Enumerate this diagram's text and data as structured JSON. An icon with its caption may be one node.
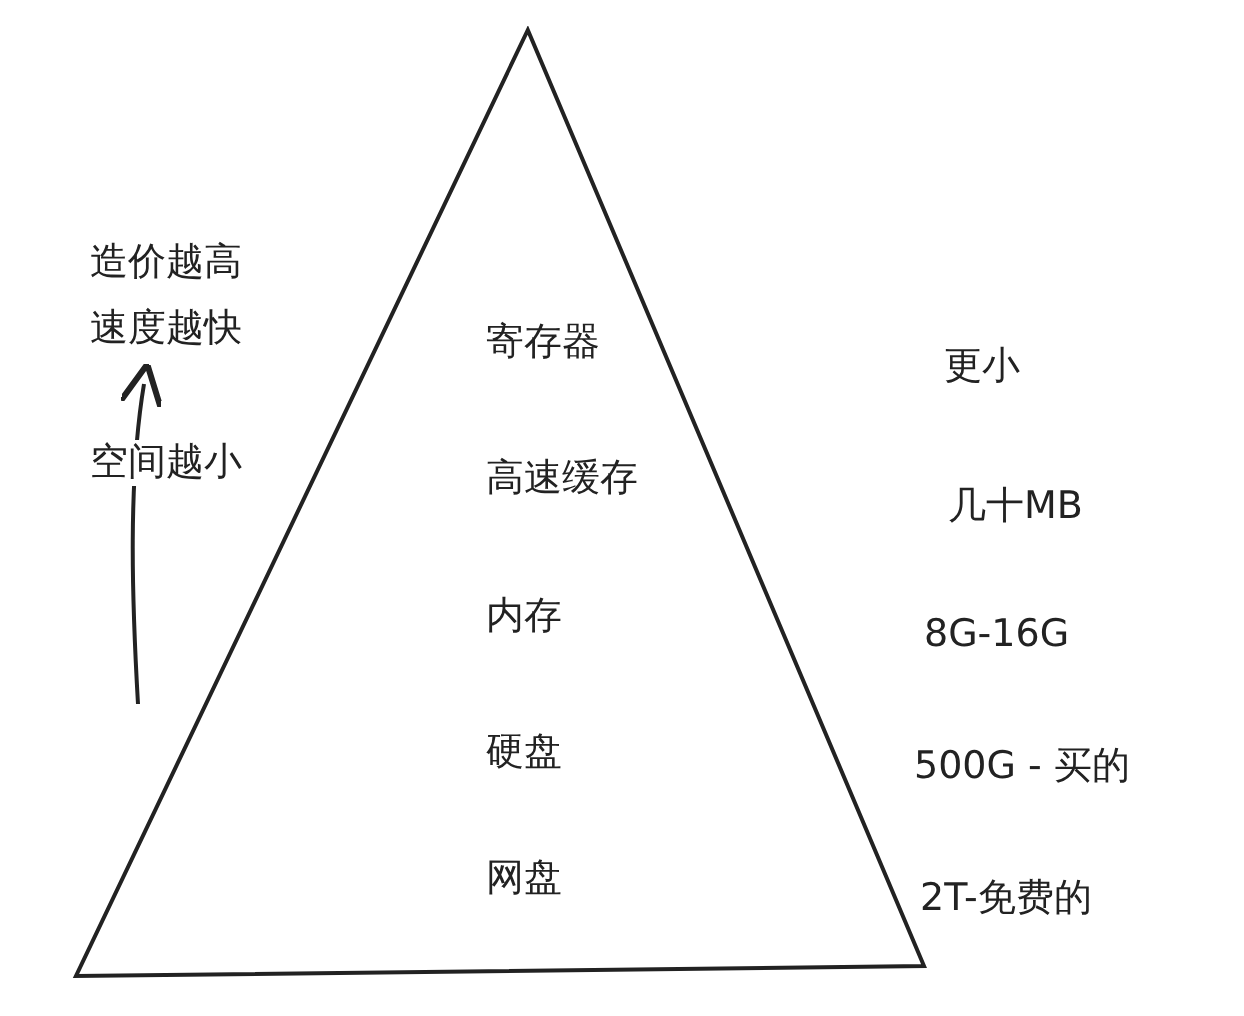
{
  "diagram": {
    "nodes": [
      {
        "text": [
          "寄存器",
          "高速缓存",
          "内存",
          "硬盘",
          "网盘"
        ]
      }
    ],
    "edges": [],
    "labels": [
      "造价越高",
      "速度越快",
      "空间越小",
      "更小",
      "几十MB",
      "8G-16G",
      "500G - 买的",
      "2T-免费的"
    ]
  }
}
